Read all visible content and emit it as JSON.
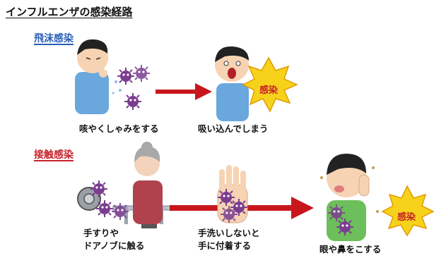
{
  "title": "インフルエンザの感染経路",
  "sections": [
    {
      "label": "飛沫感染",
      "captions": [
        "咳やくしゃみをする",
        "吸い込んでしまう"
      ],
      "burst": "感染"
    },
    {
      "label": "接触感染",
      "captions": [
        "手すりや\nドアノブに触る",
        "手洗いしないと\n手に付着する",
        "眼や鼻をこする"
      ],
      "burst": "感染"
    }
  ],
  "colors": {
    "droplet_label": "#2a5fb8",
    "contact_label": "#c8232b",
    "arrow": "#c8161d",
    "burst": "#f7d21a",
    "virus": "#7a3d8f"
  }
}
